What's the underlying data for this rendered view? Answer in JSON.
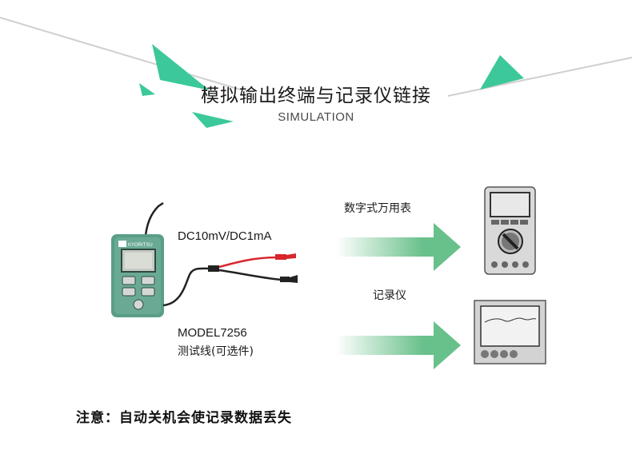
{
  "header": {
    "title": "模拟输出终端与记录仪链接",
    "subtitle": "SIMULATION"
  },
  "device": {
    "brand": "KYORITSU",
    "output_label": "DC10mV/DC1mA",
    "model": "MODEL7256",
    "lead_label": "测试线(可选件)"
  },
  "targets": [
    {
      "label": "数字式万用表"
    },
    {
      "label": "记录仪"
    }
  ],
  "footer": {
    "notice": "注意：自动关机会使记录数据丢失"
  },
  "colors": {
    "accent_green": "#3cc89a",
    "device_green": "#5a9e88",
    "arrow_green": "#68c08a",
    "lead_red": "#d8262c"
  }
}
